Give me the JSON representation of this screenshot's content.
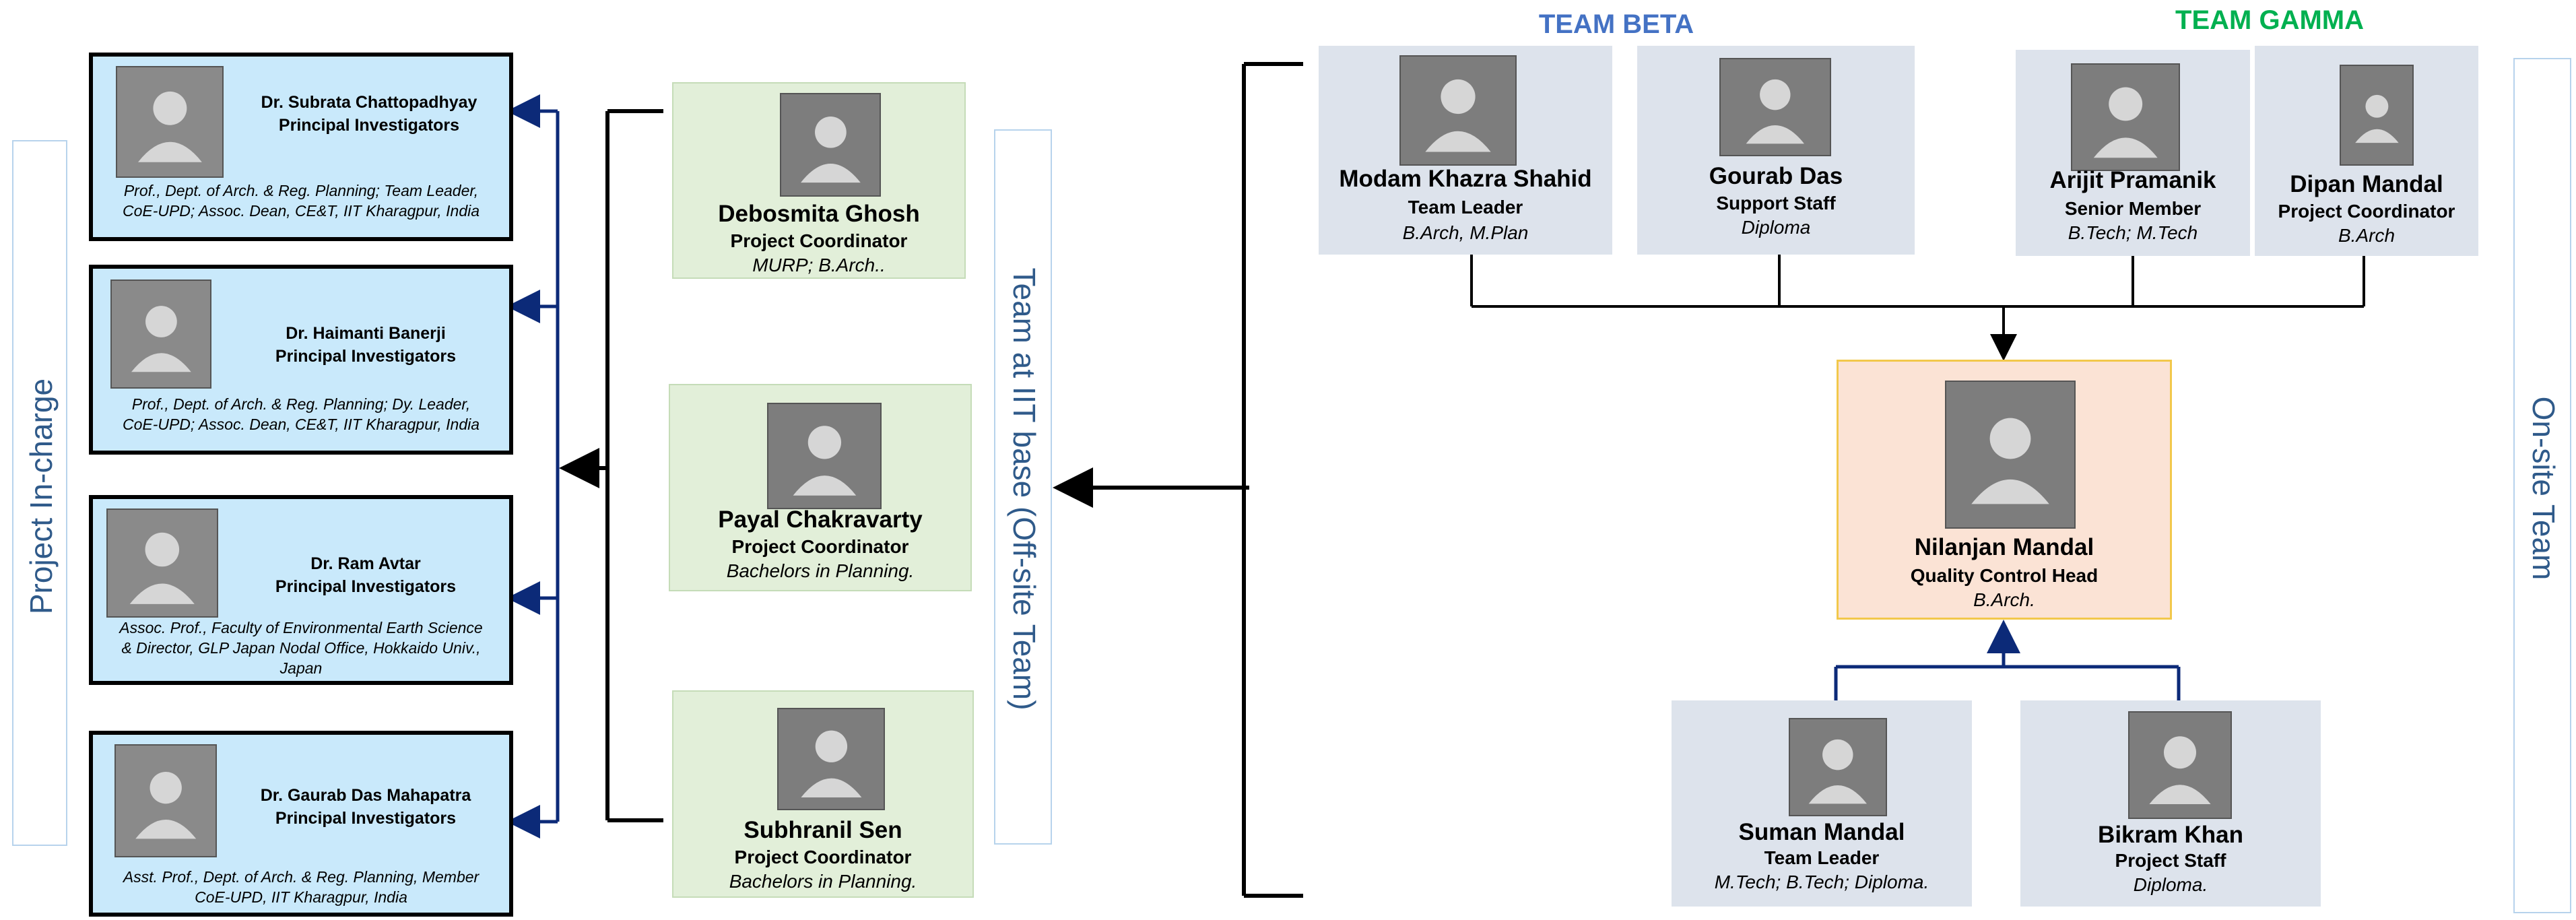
{
  "labels": {
    "project_in_charge": "Project In-charge",
    "team_iit_base": "Team at IIT base (Off-site Team)",
    "onsite_team": "On-site Team",
    "team_beta": "TEAM BETA",
    "team_gamma": "TEAM GAMMA"
  },
  "colors": {
    "team_beta": "#4472c4",
    "team_gamma": "#00b050",
    "arrows_blue": "#0c2a78",
    "label_text": "#2f5a8a"
  },
  "principal_investigators": [
    {
      "name": "Dr. Subrata Chattopadhyay",
      "role": "Principal Investigators",
      "desc_1": "Prof., Dept. of Arch. & Reg. Planning; Team Leader,",
      "desc_2": "CoE-UPD; Assoc. Dean, CE&T, IIT Kharagpur, India",
      "desc_3": ""
    },
    {
      "name": "Dr. Haimanti Banerji",
      "role": "Principal Investigators",
      "desc_1": "Prof., Dept. of Arch. & Reg. Planning; Dy. Leader,",
      "desc_2": "CoE-UPD; Assoc. Dean, CE&T, IIT Kharagpur, India",
      "desc_3": ""
    },
    {
      "name": "Dr. Ram Avtar",
      "role": "Principal Investigators",
      "desc_1": "Assoc. Prof., Faculty of Environmental Earth Science",
      "desc_2": "& Director, GLP Japan Nodal Office, Hokkaido Univ.,",
      "desc_3": "Japan"
    },
    {
      "name": "Dr. Gaurab Das Mahapatra",
      "role": "Principal Investigators",
      "desc_1": "Asst. Prof., Dept. of Arch. & Reg. Planning, Member",
      "desc_2": "CoE-UPD, IIT Kharagpur, India",
      "desc_3": ""
    }
  ],
  "iit_team": [
    {
      "name": "Debosmita Ghosh",
      "role": "Project Coordinator",
      "qual": "MURP; B.Arch.."
    },
    {
      "name": "Payal Chakravarty",
      "role": "Project Coordinator",
      "qual": "Bachelors in Planning."
    },
    {
      "name": "Subhranil Sen",
      "role": "Project Coordinator",
      "qual": "Bachelors in Planning."
    }
  ],
  "team_beta_members": [
    {
      "name": "Modam Khazra Shahid",
      "role": "Team Leader",
      "qual": "B.Arch, M.Plan"
    },
    {
      "name": "Gourab Das",
      "role": "Support Staff",
      "qual": "Diploma"
    }
  ],
  "team_gamma_members": [
    {
      "name": "Arijit Pramanik",
      "role": "Senior Member",
      "qual": "B.Tech; M.Tech"
    },
    {
      "name": "Dipan Mandal",
      "role": "Project Coordinator",
      "qual": "B.Arch"
    }
  ],
  "qc_head": {
    "name": "Nilanjan Mandal",
    "role": "Quality Control Head",
    "qual": "B.Arch."
  },
  "bottom_members": [
    {
      "name": "Suman Mandal",
      "role": "Team Leader",
      "qual": "M.Tech; B.Tech; Diploma."
    },
    {
      "name": "Bikram Khan",
      "role": "Project Staff",
      "qual": "Diploma."
    }
  ],
  "icons": {
    "photo": "person-photo-icon"
  }
}
